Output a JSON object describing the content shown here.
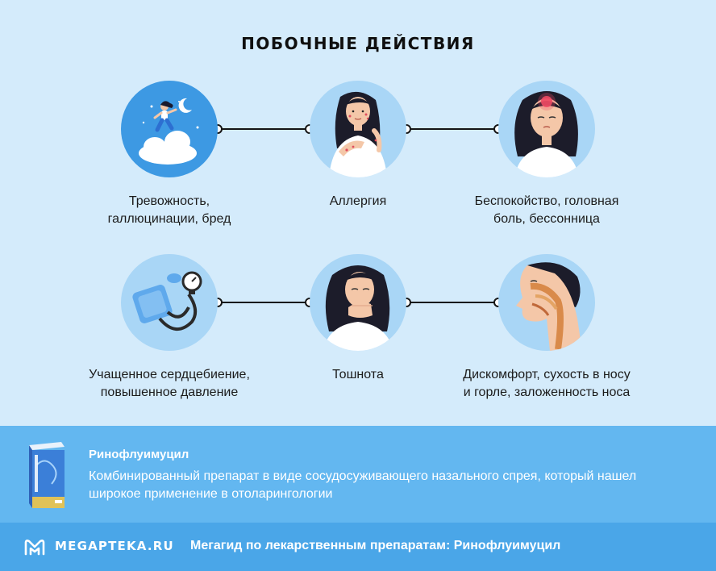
{
  "title": "ПОБОЧНЫЕ ДЕЙСТВИЯ",
  "side_effects": [
    {
      "label_line1": "Тревожность,",
      "label_line2": "галлюцинации, бред",
      "icon": "dreaming-woman-icon"
    },
    {
      "label_line1": "Аллергия",
      "label_line2": "",
      "icon": "allergy-woman-icon"
    },
    {
      "label_line1": "Беспокойство, головная",
      "label_line2": "боль, бессонница",
      "icon": "headache-woman-icon"
    },
    {
      "label_line1": "Учащенное сердцебиение,",
      "label_line2": "повышенное давление",
      "icon": "blood-pressure-monitor-icon"
    },
    {
      "label_line1": "Тошнота",
      "label_line2": "",
      "icon": "nausea-woman-icon"
    },
    {
      "label_line1": "Дискомфорт, сухость в носу",
      "label_line2": "и горле, заложенность носа",
      "icon": "nasal-anatomy-icon"
    }
  ],
  "drug": {
    "name": "Ринофлуимуцил",
    "description": "Комбинированный препарат в виде сосудосуживающего назального спрея, который нашел широкое применение в отоларингологии"
  },
  "footer": {
    "logo_text": "MEGAPTEKA.RU",
    "text": "Мегагид по лекарственным препаратам: Ринофлуимуцил"
  },
  "colors": {
    "background": "#d4ebfb",
    "circle": "#a9d6f6",
    "drug_panel": "#63b7f0",
    "footer": "#4aa6e8",
    "text": "#1b1b1b"
  }
}
